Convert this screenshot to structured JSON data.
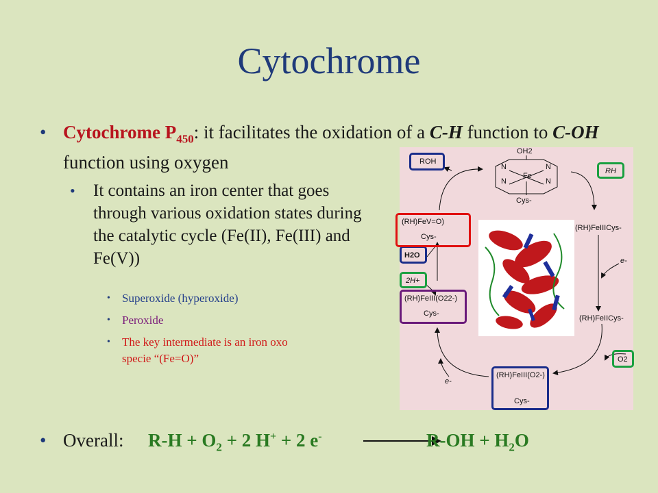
{
  "title": "Cytochrome",
  "bullet1": {
    "name": "Cytochrome P",
    "sub": "450",
    "text_a": ": it facilitates the oxidation of a ",
    "ch": "C-H",
    "text_b": " function to ",
    "coh": "C-OH",
    "text_c": " function using oxygen"
  },
  "bullet2": "It contains an iron center that goes through various oxidation states during the catalytic cycle (Fe(II), Fe(III) and Fe(V))",
  "sub_bullets": [
    {
      "text": "Superoxide (hyperoxide)",
      "color": "#233e8b"
    },
    {
      "text": "Peroxide",
      "color": "#7b1d7b"
    },
    {
      "text": "The key intermediate is an iron oxo specie “(Fe=O)”",
      "color": "#d01818"
    }
  ],
  "overall": {
    "label": "Overall:",
    "reactants": "R-H + O",
    "o2_sub": "2",
    "plus_h": " + 2 H",
    "h_sup": "+",
    "plus_e": " + 2 e",
    "e_sup": "-",
    "product": "R-OH + H",
    "h2o_sub": "2",
    "product_end": "O",
    "eq_color": "#2a7a22"
  },
  "diagram": {
    "roh": "ROH",
    "rh": "RH",
    "h2o": "H2O",
    "two_h": "2H+",
    "o2": "O2",
    "e1": "e-",
    "e2": "e-",
    "feV": "(RH)FeV=O)",
    "feIII_cys_top": "(RH)FeIIICys-",
    "feIII_cys_right": "(RH)FeIICys-",
    "feIII_o2_2": "(RH)FeIII(O22-)",
    "feIII_o2_bottom": "(RH)FeIII(O2-)",
    "cys": "Cys-",
    "oh2": "OH2",
    "fe": "Fe",
    "n": "N",
    "colors": {
      "red": "#e01010",
      "blue": "#1a2d8a",
      "green": "#1aa040",
      "purple": "#6a1a7a"
    }
  }
}
